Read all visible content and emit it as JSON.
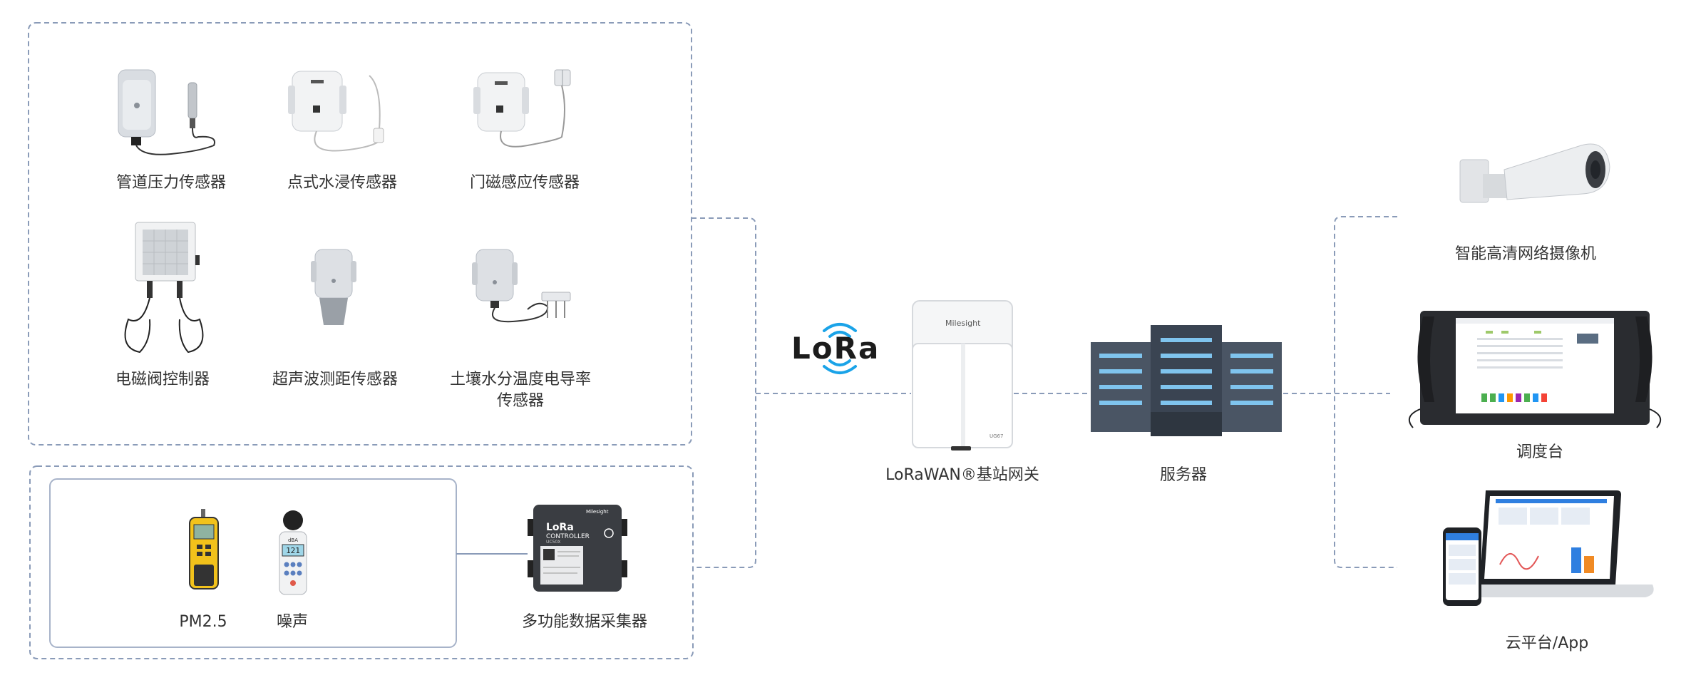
{
  "sensors": {
    "pipe_pressure": "管道压力传感器",
    "water_leak": "点式水浸传感器",
    "door_magnet": "门磁感应传感器",
    "valve_controller": "电磁阀控制器",
    "ultrasonic_distance": "超声波测距传感器",
    "soil_line1": "土壤水分温度电导率",
    "soil_line2": "传感器"
  },
  "instruments": {
    "pm25": "PM2.5",
    "noise": "噪声",
    "noise_display": "121",
    "noise_unit": "dBA"
  },
  "collector": {
    "label": "多功能数据采集器",
    "device_title1": "LoRa",
    "device_title2": "CONTROLLER",
    "device_model": "UC50X",
    "brand": "Milesight"
  },
  "lora_logo": "LoRa",
  "gateway": {
    "label": "LoRaWAN®基站网关",
    "brand": "Milesight",
    "model": "UG67"
  },
  "server": {
    "label": "服务器"
  },
  "outputs": {
    "camera": "智能高清网络摄像机",
    "console": "调度台",
    "cloud": "云平台/App"
  },
  "colors": {
    "dash": "#8a9bb8",
    "solid_box": "#a7b3c9",
    "server_dark": "#3a4452",
    "server_light": "#7fc4ee",
    "lora_wave": "#1aa3e8"
  }
}
